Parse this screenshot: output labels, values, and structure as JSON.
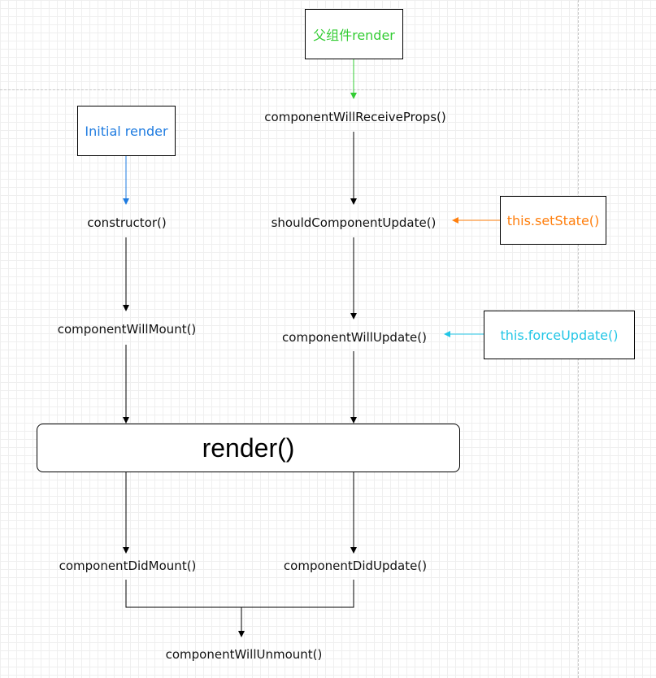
{
  "nodes": {
    "parent_render": "父组件render",
    "initial_render": "Initial render",
    "constructor": "constructor()",
    "will_mount": "componentWillMount()",
    "will_receive_props": "componentWillReceiveProps()",
    "should_update": "shouldComponentUpdate()",
    "will_update": "componentWillUpdate()",
    "render": "render()",
    "did_mount": "componentDidMount()",
    "did_update": "componentDidUpdate()",
    "will_unmount": "componentWillUnmount()",
    "set_state": "this.setState()",
    "force_update": "this.forceUpdate()"
  },
  "colors": {
    "parent_render": "#33cc33",
    "initial_render": "#1e7be0",
    "set_state": "#ff7f0e",
    "force_update": "#22c6e6",
    "line": "#000000"
  }
}
